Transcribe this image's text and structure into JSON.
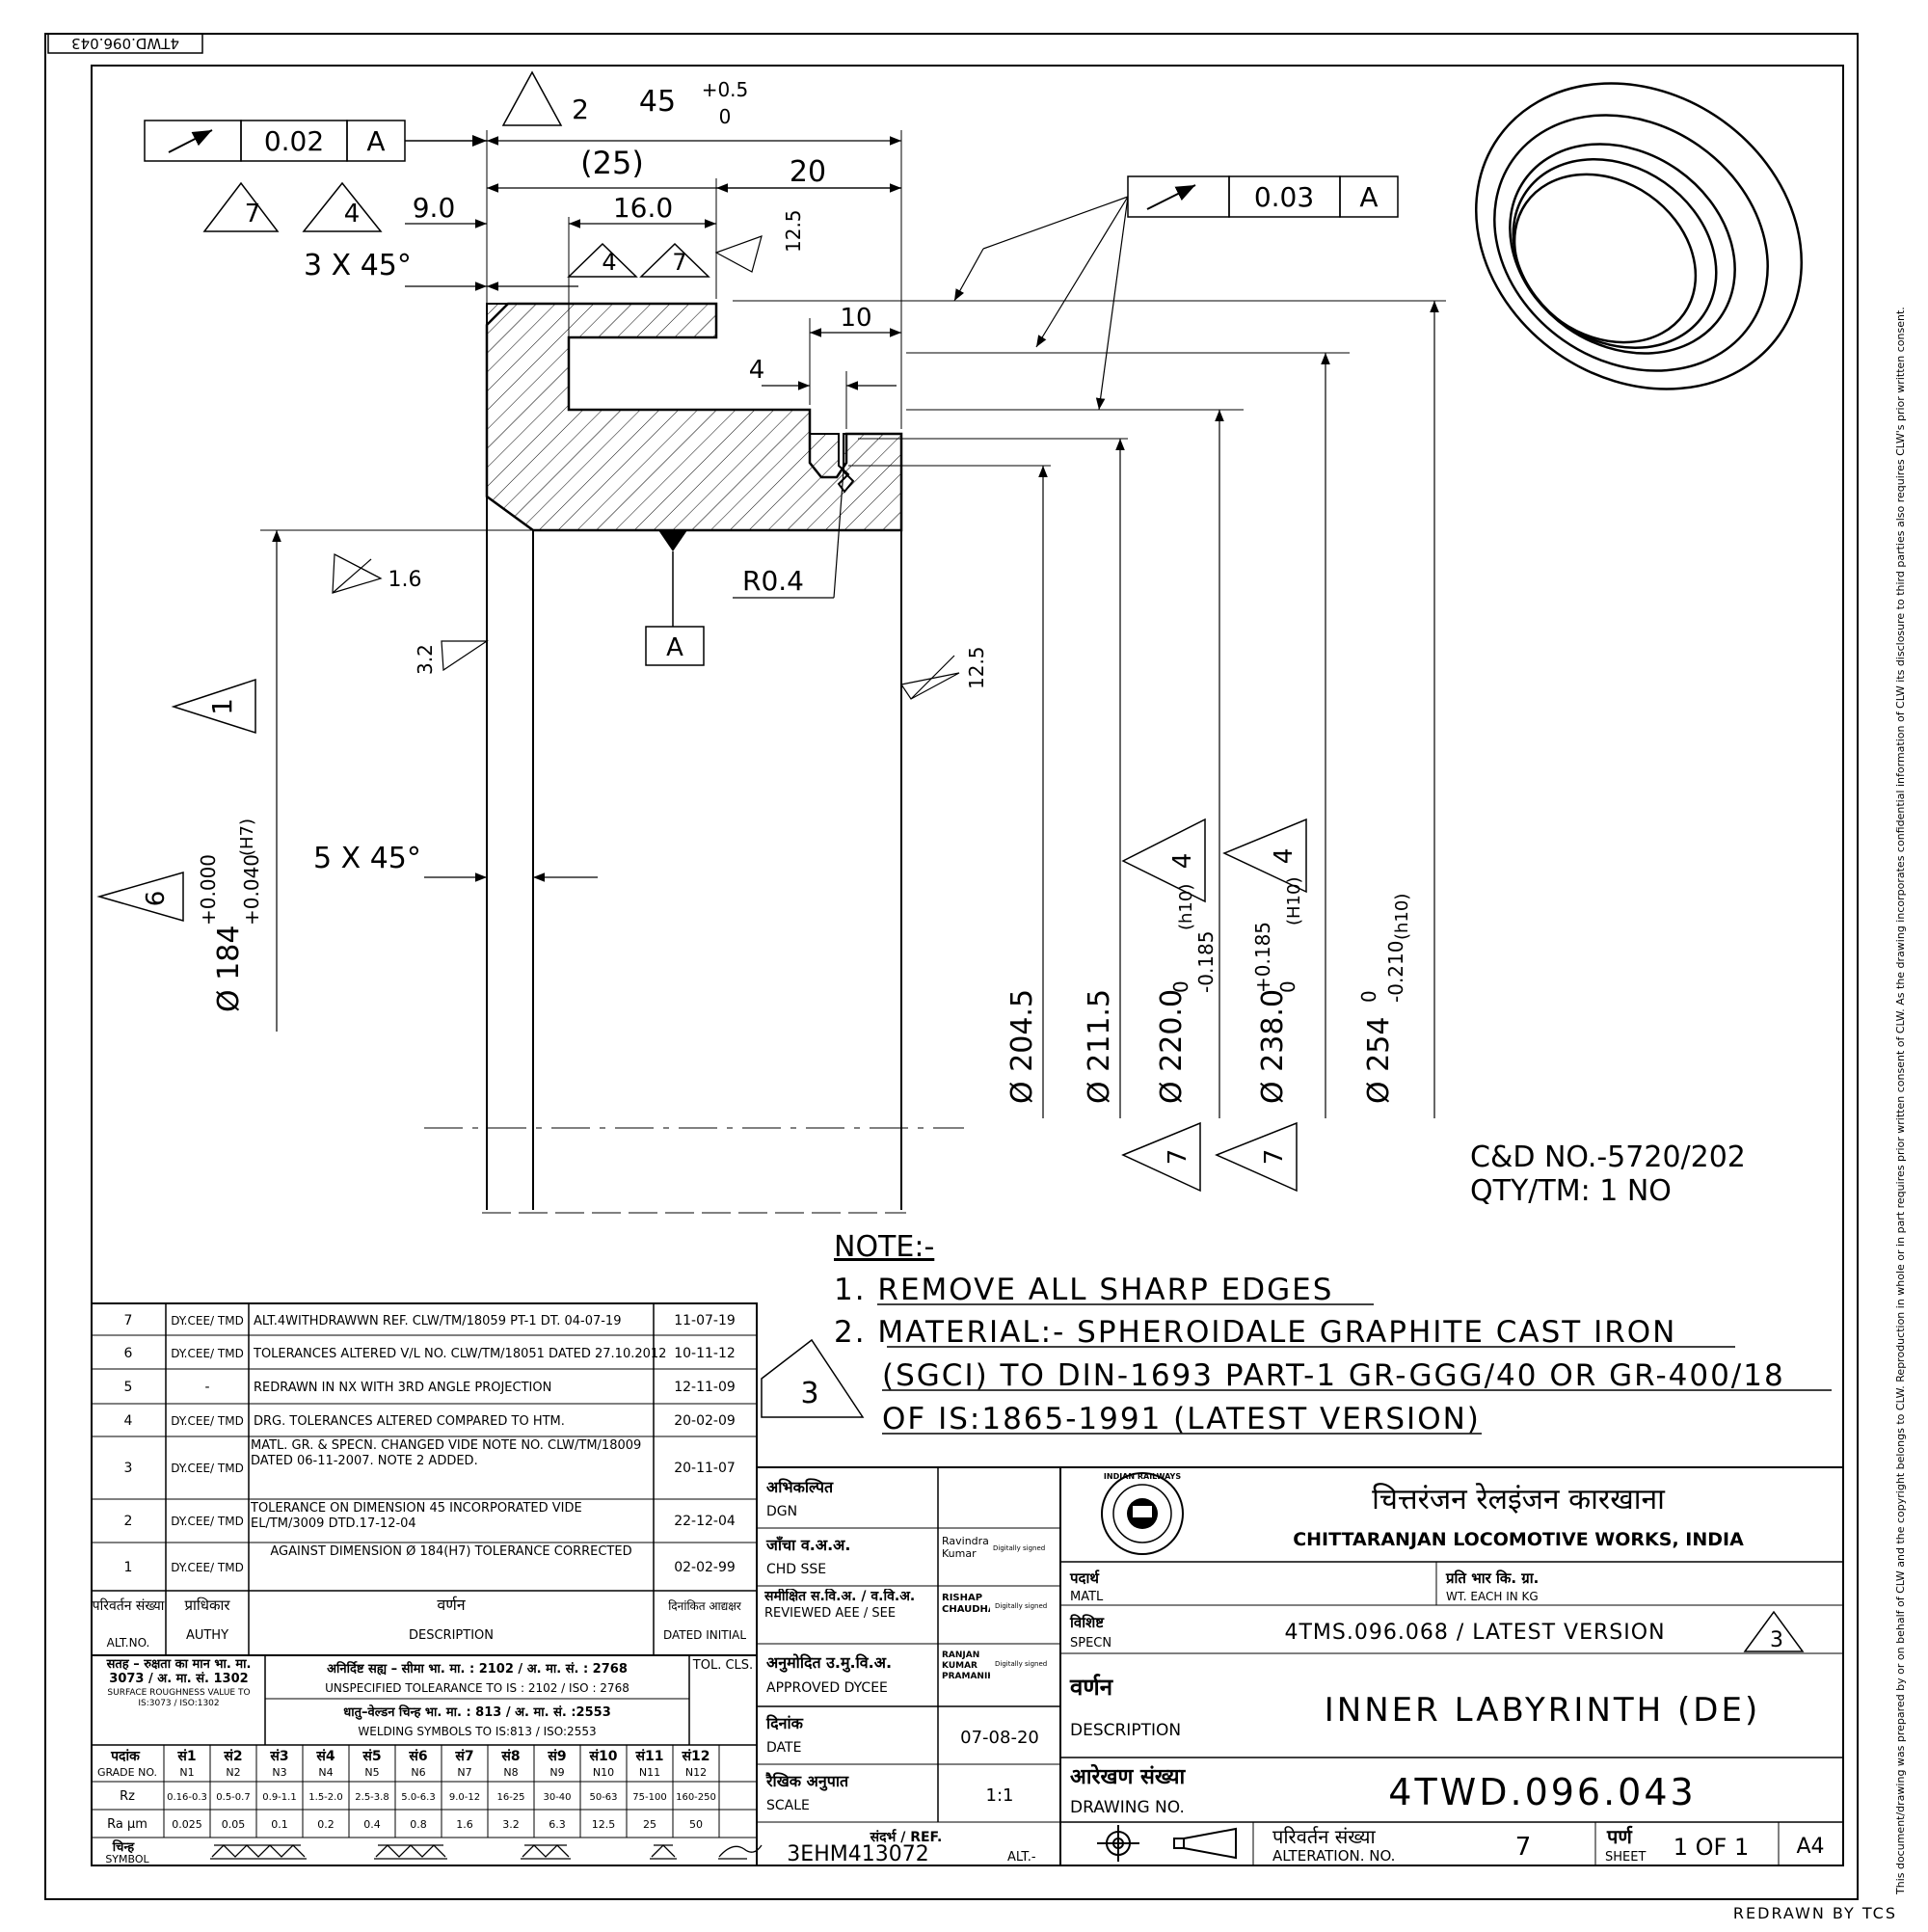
{
  "drawing": {
    "mirrored_tag": "4TWD.096.043",
    "redrawn_by": "REDRAWN BY TCS",
    "copyright": "This document/drawing was prepared by or on behalf of CLW and the copyright belongs to CLW. Reproduction in whole or in part requires prior written consent of CLW. As the drawing incorporates confidential information of CLW its disclosure to third parties also requires CLW's prior written consent."
  },
  "dims": {
    "tol_top": {
      "symbol": "↗",
      "value": "0.02",
      "datum": "A"
    },
    "tol_right": {
      "symbol": "↗",
      "value": "0.03",
      "datum": "A"
    },
    "d45": "45",
    "d45_tol_up": "+0.5",
    "d45_tol_lo": "0",
    "tri2": "2",
    "d25": "(25)",
    "d20": "20",
    "d9": "9.0",
    "d16": "16.0",
    "tri7": "7",
    "tri4": "4",
    "chamfer_top": "3 X 45°",
    "r125": "12.5",
    "d10": "10",
    "d4": "4",
    "r04": "R0.4",
    "r16": "1.6",
    "r32": "3.2",
    "datum_a": "A",
    "tri1": "1",
    "chamfer_bot": "5 X 45°",
    "tri6": "6",
    "dia184": "Ø 184",
    "dia184_tol_up": "+0.000",
    "dia184_tol_lo": "+0.040",
    "dia184_fit": "(H7)",
    "dia2045": "Ø 204.5",
    "dia2115": "Ø 211.5",
    "dia220": "Ø 220.0",
    "dia220_up": "0",
    "dia220_lo": "-0.185",
    "dia220_fit": "(h10)",
    "dia238": "Ø 238.0",
    "dia238_up": "+0.185",
    "dia238_lo": "0",
    "dia238_fit": "(H10)",
    "dia254": "Ø 254",
    "dia254_up": "0",
    "dia254_lo": "-0.210",
    "dia254_fit": "(h10)"
  },
  "info": {
    "cd_no": "C&D NO.-5720/202",
    "qty": "QTY/TM: 1 NO"
  },
  "notes": {
    "heading": "NOTE:-",
    "n1": "1. REMOVE ALL SHARP EDGES",
    "n2a": "2. MATERIAL:- SPHEROIDALE GRAPHITE CAST IRON",
    "n2b": "(SGCI) TO DIN-1693 PART-1 GR-GGG/40 OR GR-400/18",
    "n2c": "OF IS:1865-1991 (LATEST VERSION)",
    "tri3": "3"
  },
  "revisions": [
    {
      "no": "7",
      "auth": "DY.CEE/ TMD",
      "desc": "ALT.4WITHDRAWWN REF. CLW/TM/18059 PT-1 DT. 04-07-19",
      "date": "11-07-19"
    },
    {
      "no": "6",
      "auth": "DY.CEE/ TMD",
      "desc": "TOLERANCES ALTERED V/L NO. CLW/TM/18051 DATED 27.10.2012",
      "date": "10-11-12"
    },
    {
      "no": "5",
      "auth": "-",
      "desc": "REDRAWN IN NX WITH 3RD ANGLE PROJECTION",
      "date": "12-11-09"
    },
    {
      "no": "4",
      "auth": "DY.CEE/ TMD",
      "desc": "DRG. TOLERANCES ALTERED COMPARED TO HTM.",
      "date": "20-02-09"
    },
    {
      "no": "3",
      "auth": "DY.CEE/ TMD",
      "desc": "MATL. GR. & SPECN. CHANGED VIDE NOTE NO. CLW/TM/18009 DATED 06-11-2007. NOTE 2 ADDED.",
      "date": "20-11-07"
    },
    {
      "no": "2",
      "auth": "DY.CEE/ TMD",
      "desc": "TOLERANCE ON DIMENSION 45 INCORPORATED VIDE EL/TM/3009 DTD.17-12-04",
      "date": "22-12-04"
    },
    {
      "no": "1",
      "auth": "DY.CEE/ TMD",
      "desc": "AGAINST DIMENSION Ø 184(H7) TOLERANCE CORRECTED",
      "date": "02-02-99"
    }
  ],
  "rev_header": {
    "alt_hi": "परिवर्तन संख्या",
    "alt": "ALT.NO.",
    "auth_hi": "प्राधिकार",
    "auth": "AUTHY",
    "desc_hi": "वर्णन",
    "desc": "DESCRIPTION",
    "date_hi": "दिनांकित आद्यक्षर",
    "date": "DATED INITIAL"
  },
  "roughness": {
    "std_hi": "सतह – रुक्षता का मान भा. मा. 3073 / अ. मा. सं. 1302",
    "std_en": "SURFACE ROUGHNESS VALUE TO IS:3073 / ISO:1302",
    "tol_hi": "अनिर्दिष्ट सह्य – सीमा भा. मा. : 2102 / अ. मा. सं. : 2768",
    "tol_en": "UNSPECIFIED TOLEARANCE TO IS : 2102 / ISO : 2768",
    "weld_hi": "धातु–वेल्डन चिन्ह भा. मा. : 813 / अ. मा. सं. :2553",
    "weld_en": "WELDING SYMBOLS TO IS:813 / ISO:2553",
    "tol_cls": "TOL. CLS.",
    "grade_hi": "पदांक",
    "grade_en": "GRADE NO.",
    "rz_label": "Rz",
    "ra_label": "Ra µm",
    "sym_hi": "चिन्ह",
    "sym_en": "SYMBOL",
    "grades": [
      {
        "hi": "सं1",
        "n": "N1",
        "rz": "0.16-0.3",
        "ra": "0.025"
      },
      {
        "hi": "सं2",
        "n": "N2",
        "rz": "0.5-0.7",
        "ra": "0.05"
      },
      {
        "hi": "सं3",
        "n": "N3",
        "rz": "0.9-1.1",
        "ra": "0.1"
      },
      {
        "hi": "सं4",
        "n": "N4",
        "rz": "1.5-2.0",
        "ra": "0.2"
      },
      {
        "hi": "सं5",
        "n": "N5",
        "rz": "2.5-3.8",
        "ra": "0.4"
      },
      {
        "hi": "सं6",
        "n": "N6",
        "rz": "5.0-6.3",
        "ra": "0.8"
      },
      {
        "hi": "सं7",
        "n": "N7",
        "rz": "9.0-12",
        "ra": "1.6"
      },
      {
        "hi": "सं8",
        "n": "N8",
        "rz": "16-25",
        "ra": "3.2"
      },
      {
        "hi": "सं9",
        "n": "N9",
        "rz": "30-40",
        "ra": "6.3"
      },
      {
        "hi": "सं10",
        "n": "N10",
        "rz": "50-63",
        "ra": "12.5"
      },
      {
        "hi": "सं11",
        "n": "N11",
        "rz": "75-100",
        "ra": "25"
      },
      {
        "hi": "सं12",
        "n": "N12",
        "rz": "160-250",
        "ra": "50"
      }
    ]
  },
  "signatures": {
    "dgn_hi": "अभिकल्पित",
    "dgn": "DGN",
    "chd_hi": "जाँचा व.अ.अ.",
    "chd": "CHD SSE",
    "chd_name": "Ravindra Kumar",
    "rev_hi": "समीक्षित स.वि.अ. / व.वि.अ.",
    "rev": "REVIEWED AEE / SEE",
    "rev_name": "RISHAP CHAUDHARI",
    "app_hi": "अनुमोदित उ.मु.वि.अ.",
    "app": "APPROVED DYCEE",
    "app_name": "RANJAN KUMAR PRAMANIK",
    "date_hi": "दिनांक",
    "date": "DATE",
    "date_val": "07-08-20",
    "scale_hi": "रैखिक अनुपात",
    "scale": "SCALE",
    "scale_val": "1:1",
    "ref_hi": "संदर्भ / REF.",
    "ref_val": "3EHM413072",
    "alt_lbl": "ALT.-",
    "digital": "Digitally signed"
  },
  "title_block": {
    "logo": "INDIAN RAILWAYS",
    "works_hi": "चित्तरंजन रेलइंजन कारखाना",
    "works_en": "CHITTARANJAN LOCOMOTIVE WORKS, INDIA",
    "matl_hi": "पदार्थ",
    "matl": "MATL",
    "wt_hi": "प्रति भार कि. ग्रा.",
    "wt": "WT. EACH IN KG",
    "specn_hi": "विशिष्ट",
    "specn": "SPECN",
    "specn_val": "4TMS.096.068 / LATEST VERSION",
    "specn_tri": "3",
    "desc_hi": "वर्णन",
    "desc": "DESCRIPTION",
    "desc_val": "INNER LABYRINTH (DE)",
    "dwg_hi": "आरेखण संख्या",
    "dwg": "DRAWING NO.",
    "dwg_val": "4TWD.096.043",
    "alt_hi": "परिवर्तन संख्या",
    "alt": "ALTERATION. NO.",
    "alt_val": "7",
    "sheet_hi": "पर्ण",
    "sheet": "SHEET",
    "sheet_val": "1 OF 1",
    "size": "A4"
  }
}
